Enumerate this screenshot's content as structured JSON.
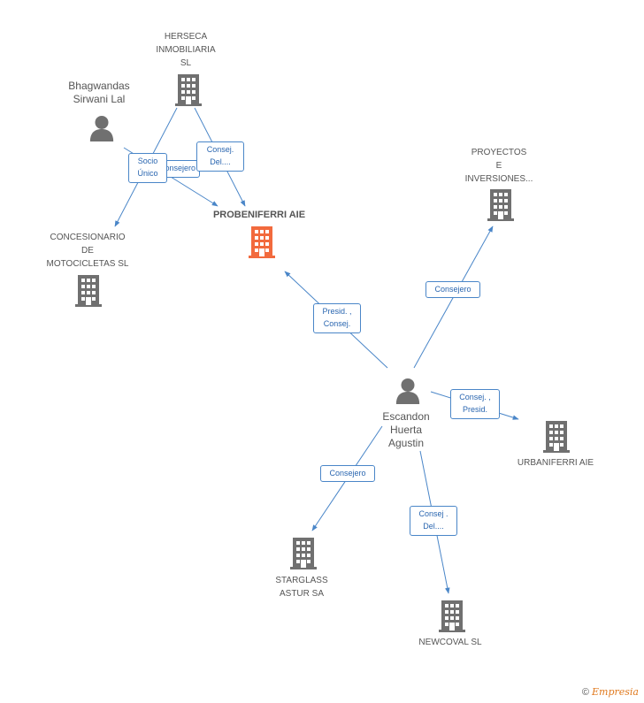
{
  "colors": {
    "edge": "#4a86c8",
    "company": "#707070",
    "focus": "#f26a3d",
    "person": "#707070"
  },
  "nodes": {
    "herseca": {
      "label_lines": [
        "HERSECA",
        "INMOBILIARIA",
        "SL"
      ],
      "type": "company-icon"
    },
    "bhagwandas": {
      "label_lines": [
        "Bhagwandas",
        "Sirwani Lal"
      ],
      "type": "person-icon"
    },
    "probeniferri": {
      "label_lines": [
        "PROBENIFERRI AIE"
      ],
      "type": "company-icon"
    },
    "proyectos": {
      "label_lines": [
        "PROYECTOS",
        "E",
        "INVERSIONES..."
      ],
      "type": "company-icon"
    },
    "concesionario": {
      "label_lines": [
        "CONCESIONARIO",
        "DE",
        "MOTOCICLETAS SL"
      ],
      "type": "company-icon"
    },
    "escandon": {
      "label_lines": [
        "Escandon",
        "Huerta",
        "Agustin"
      ],
      "type": "person-icon"
    },
    "urbaniferri": {
      "label_lines": [
        "URBANIFERRI AIE"
      ],
      "type": "company-icon"
    },
    "starglass": {
      "label_lines": [
        "STARGLASS",
        "ASTUR SA"
      ],
      "type": "company-icon"
    },
    "newcoval": {
      "label_lines": [
        "NEWCOVAL SL"
      ],
      "type": "company-icon"
    }
  },
  "edges": {
    "socio_unico": {
      "lines": [
        "Socio",
        "Único"
      ]
    },
    "consejero_bhag": {
      "lines": [
        "Consejero"
      ]
    },
    "consej_del_herseca": {
      "lines": [
        "Consej.",
        "Del...."
      ]
    },
    "presid_consej": {
      "lines": [
        "Presid. ,",
        "Consej."
      ]
    },
    "consejero_proyectos": {
      "lines": [
        "Consejero"
      ]
    },
    "consej_presid": {
      "lines": [
        "Consej. ,",
        "Presid."
      ]
    },
    "consejero_starglass": {
      "lines": [
        "Consejero"
      ]
    },
    "consej_del_newcoval": {
      "lines": [
        "Consej .",
        "Del...."
      ]
    }
  },
  "footer": {
    "copyright": "©",
    "brand": "Empresia"
  }
}
